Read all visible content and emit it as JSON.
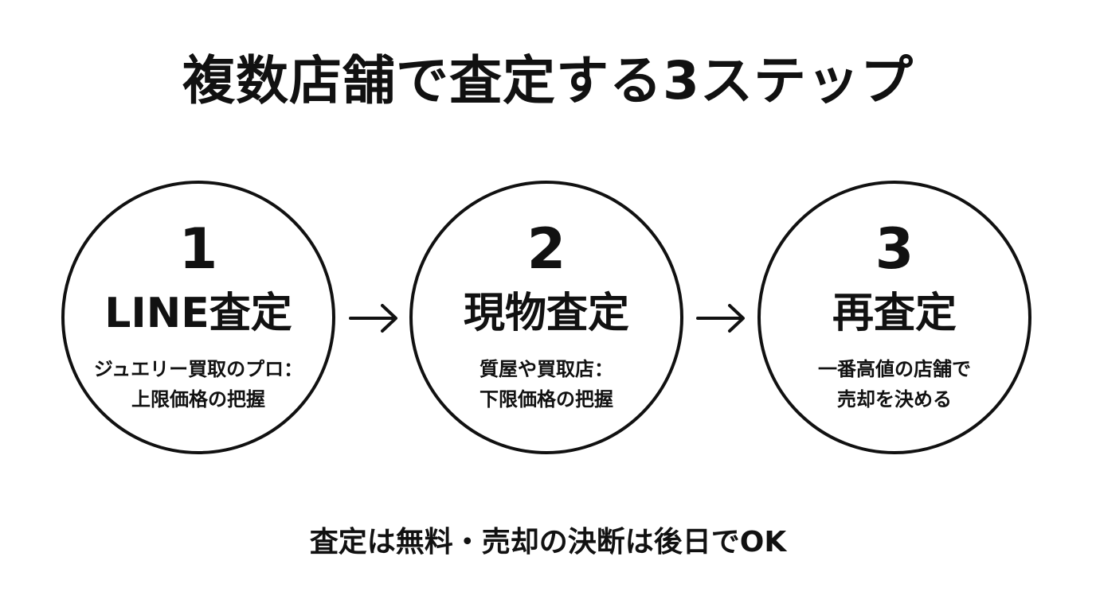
{
  "title": "複数店舗で査定する3ステップ",
  "steps": [
    {
      "number": "1",
      "title": "LINE査定",
      "desc_line1": "ジュエリー買取のプロ：",
      "desc_line2": "上限価格の把握"
    },
    {
      "number": "2",
      "title": "現物査定",
      "desc_line1": "質屋や買取店：",
      "desc_line2": "下限価格の把握"
    },
    {
      "number": "3",
      "title": "再査定",
      "desc_line1": "一番高値の店舗で",
      "desc_line2": "売却を決める"
    }
  ],
  "footer": "査定は無料・売却の決断は後日でOK",
  "colors": {
    "stroke": "#111111",
    "background": "#ffffff"
  },
  "icons": {
    "arrow": "arrow-right-icon"
  }
}
